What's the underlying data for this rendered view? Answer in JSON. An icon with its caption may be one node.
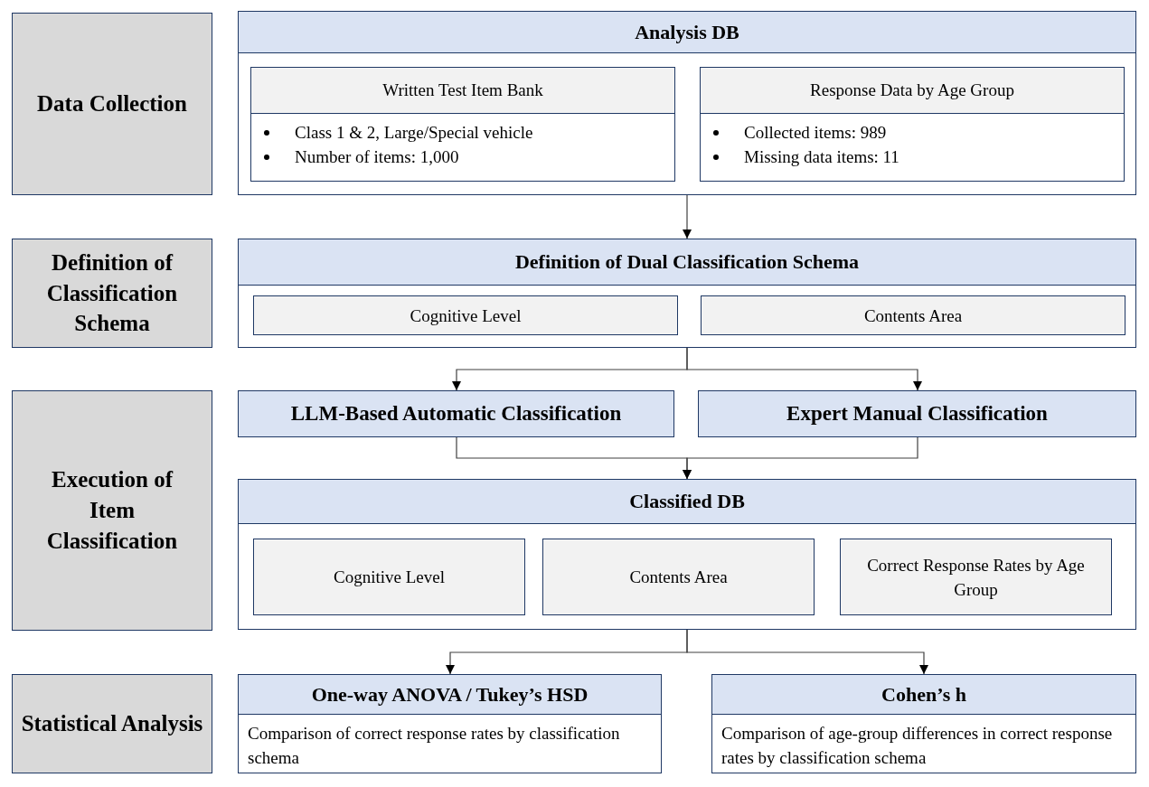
{
  "diagram": {
    "nodes": [
      {
        "text": [
          "Data Collection"
        ]
      },
      {
        "text": [
          "Analysis DB"
        ]
      },
      {
        "text": [
          "Written Test Item Bank",
          "Class 1 & 2, Large/Special vehicle",
          "Number of items: 1,000"
        ],
        "in": 1
      },
      {
        "text": [
          "Response Data by Age Group",
          "Collected items: 989",
          "Missing data items: 11"
        ],
        "in": 1
      },
      {
        "text": [
          "Definition of Classification Schema"
        ]
      },
      {
        "text": [
          "Definition of Dual Classification Schema"
        ]
      },
      {
        "text": [
          "Cognitive Level"
        ],
        "in": 5
      },
      {
        "text": [
          "Contents Area"
        ],
        "in": 5
      },
      {
        "text": [
          "Execution of Item Classification"
        ]
      },
      {
        "text": [
          "LLM-Based Automatic Classification"
        ]
      },
      {
        "text": [
          "Expert Manual Classification"
        ]
      },
      {
        "text": [
          "Classified DB"
        ]
      },
      {
        "text": [
          "Cognitive Level"
        ],
        "in": 11
      },
      {
        "text": [
          "Contents Area"
        ],
        "in": 11
      },
      {
        "text": [
          "Correct Response Rates by Age Group"
        ],
        "in": 11
      },
      {
        "text": [
          "Statistical Analysis"
        ]
      },
      {
        "text": [
          "One-way ANOVA / Tukey’s HSD",
          "Comparison of correct response rates by classification schema"
        ]
      },
      {
        "text": [
          "Cohen’s h",
          "Comparison of age-group differences in correct response rates by classification schema"
        ]
      }
    ],
    "edges": [
      {
        "from": 1,
        "to": 5,
        "arrow": "to"
      },
      {
        "from": 5,
        "to": 9,
        "arrow": "to"
      },
      {
        "from": 5,
        "to": 10,
        "arrow": "to"
      },
      {
        "from": 9,
        "to": 11,
        "arrow": "to"
      },
      {
        "from": 10,
        "to": 11,
        "arrow": "to"
      },
      {
        "from": 11,
        "to": 16,
        "arrow": "to"
      },
      {
        "from": 11,
        "to": 17,
        "arrow": "to"
      }
    ]
  }
}
